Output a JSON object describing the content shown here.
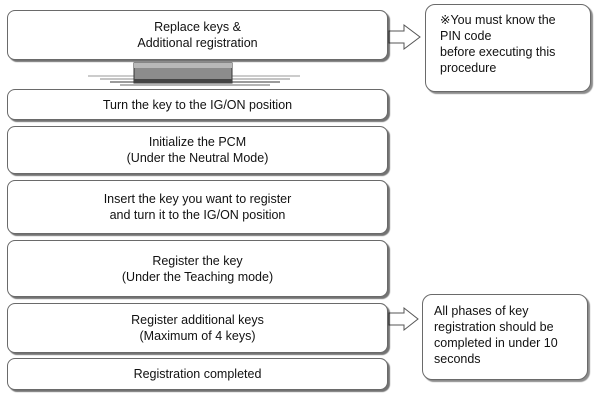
{
  "steps": [
    {
      "lines": [
        "Replace keys &",
        "Additional registration"
      ]
    },
    {
      "lines": [
        "Turn the key to the IG/ON position"
      ]
    },
    {
      "lines": [
        "Initialize the PCM",
        "(Under the Neutral Mode)"
      ]
    },
    {
      "lines": [
        "Insert the key you want to register",
        "and turn it to the IG/ON position"
      ]
    },
    {
      "lines": [
        "Register the key",
        "(Under the Teaching mode)"
      ]
    },
    {
      "lines": [
        "Register additional keys",
        "(Maximum of 4 keys)"
      ]
    },
    {
      "lines": [
        "Registration completed"
      ]
    }
  ],
  "notes": [
    {
      "lines": [
        "※You must know the",
        "PIN code",
        "before executing this",
        "procedure"
      ]
    },
    {
      "lines": [
        "All phases of key",
        "registration should be",
        "completed in under 10",
        "seconds"
      ]
    }
  ]
}
